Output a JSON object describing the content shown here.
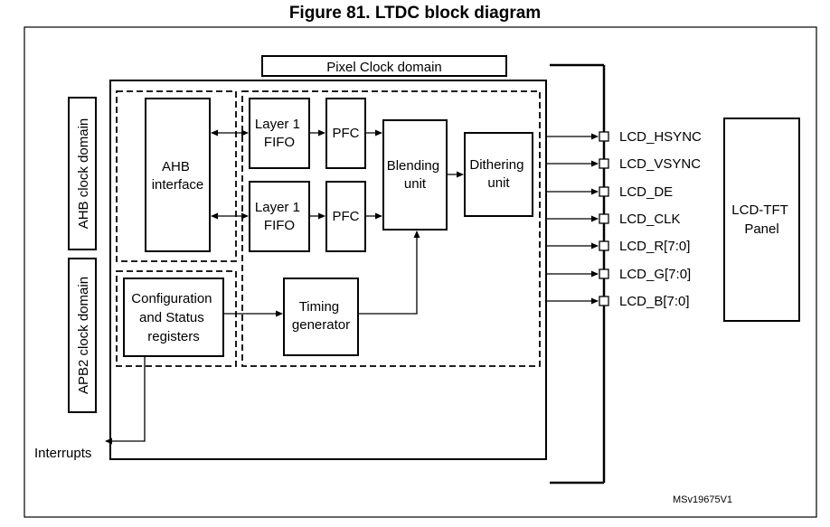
{
  "figure_title": "Figure 81. LTDC block diagram",
  "domains": {
    "pixel_clock": "Pixel Clock domain",
    "ahb_clock": "AHB clock domain",
    "apb2_clock": "APB2 clock domain"
  },
  "blocks": {
    "ahb_interface": [
      "AHB",
      "interface"
    ],
    "layer1_fifo_top": [
      "Layer 1",
      "FIFO"
    ],
    "layer1_fifo_bottom": [
      "Layer 1",
      "FIFO"
    ],
    "pfc_top": "PFC",
    "pfc_bottom": "PFC",
    "blending_unit": [
      "Blending",
      "unit"
    ],
    "dithering_unit": [
      "Dithering",
      "unit"
    ],
    "config_status": [
      "Configuration",
      "and Status",
      "registers"
    ],
    "timing_generator": [
      "Timing",
      "generator"
    ],
    "lcd_panel": [
      "LCD-TFT",
      "Panel"
    ]
  },
  "signals": [
    "LCD_HSYNC",
    "LCD_VSYNC",
    "LCD_DE",
    "LCD_CLK",
    "LCD_R[7:0]",
    "LCD_G[7:0]",
    "LCD_B[7:0]"
  ],
  "interrupts_label": "Interrupts",
  "reference_code": "MSv19675V1",
  "colors": {
    "line": "#000000",
    "background": "#ffffff"
  }
}
